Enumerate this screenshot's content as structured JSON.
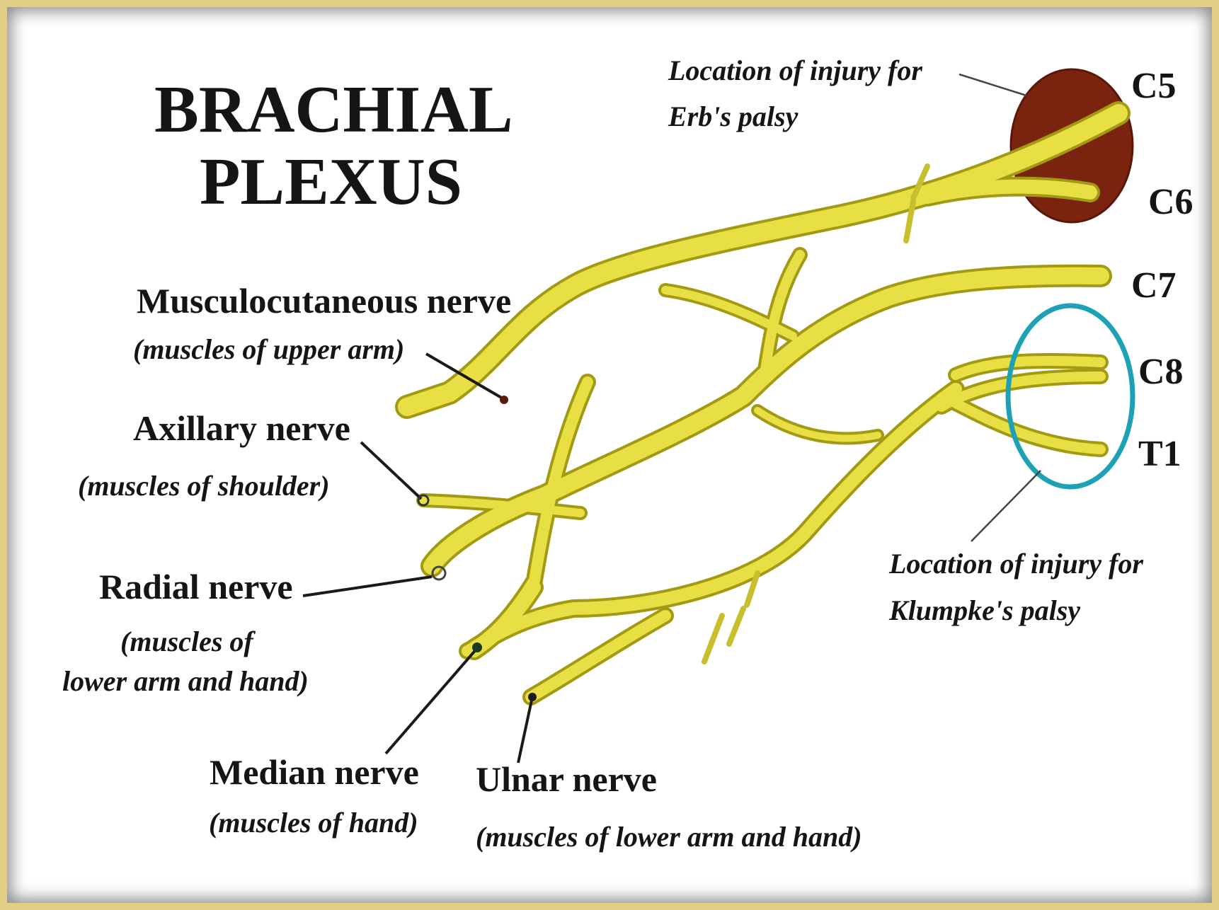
{
  "title": {
    "line1": "BRACHIAL",
    "line2": "PLEXUS"
  },
  "nerves": {
    "musculocutaneous": {
      "name": "Musculocutaneous nerve",
      "desc": "(muscles of upper arm)"
    },
    "axillary": {
      "name": "Axillary nerve",
      "desc": "(muscles of shoulder)"
    },
    "radial": {
      "name": "Radial nerve",
      "desc_line1": "(muscles of",
      "desc_line2": "lower arm and hand)"
    },
    "median": {
      "name": "Median nerve",
      "desc": "(muscles of hand)"
    },
    "ulnar": {
      "name": "Ulnar nerve",
      "desc": "(muscles of lower arm and hand)"
    }
  },
  "roots": [
    "C5",
    "C6",
    "C7",
    "C8",
    "T1"
  ],
  "injuries": {
    "erb": {
      "line1": "Location of injury for",
      "line2": "Erb's palsy",
      "color": "#7a2410"
    },
    "klumpke": {
      "line1": "Location of injury for",
      "line2": "Klumpke's palsy",
      "color": "#1da1b5"
    }
  },
  "colors": {
    "nerve": "#e8df45",
    "nerve_outline": "#a39a14",
    "frame": "#e2cf86"
  }
}
